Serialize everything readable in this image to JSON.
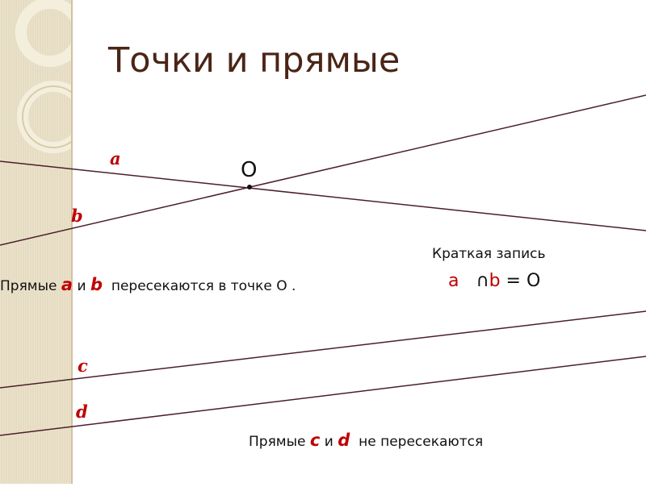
{
  "slide": {
    "title": "Точки и прямые",
    "colors": {
      "title": "#4a2516",
      "lines": "#4a1f2a",
      "accent": "#c00000",
      "strip": "#e6dcc2"
    },
    "lines": {
      "a": "a",
      "b": "b",
      "c": "c",
      "d": "d"
    },
    "point": "O",
    "statement_ab": {
      "prefix": "Прямые",
      "a": "a",
      "and": "и",
      "b": "b",
      "rest": "пересекаются в точке О ."
    },
    "note": {
      "label": "Краткая запись",
      "a": "a",
      "cap": "∩",
      "b": "b",
      "eq": "= О"
    },
    "statement_cd": {
      "prefix": "Прямые",
      "c": "c",
      "and": "и",
      "d": "d",
      "rest": "не пересекаются"
    }
  }
}
